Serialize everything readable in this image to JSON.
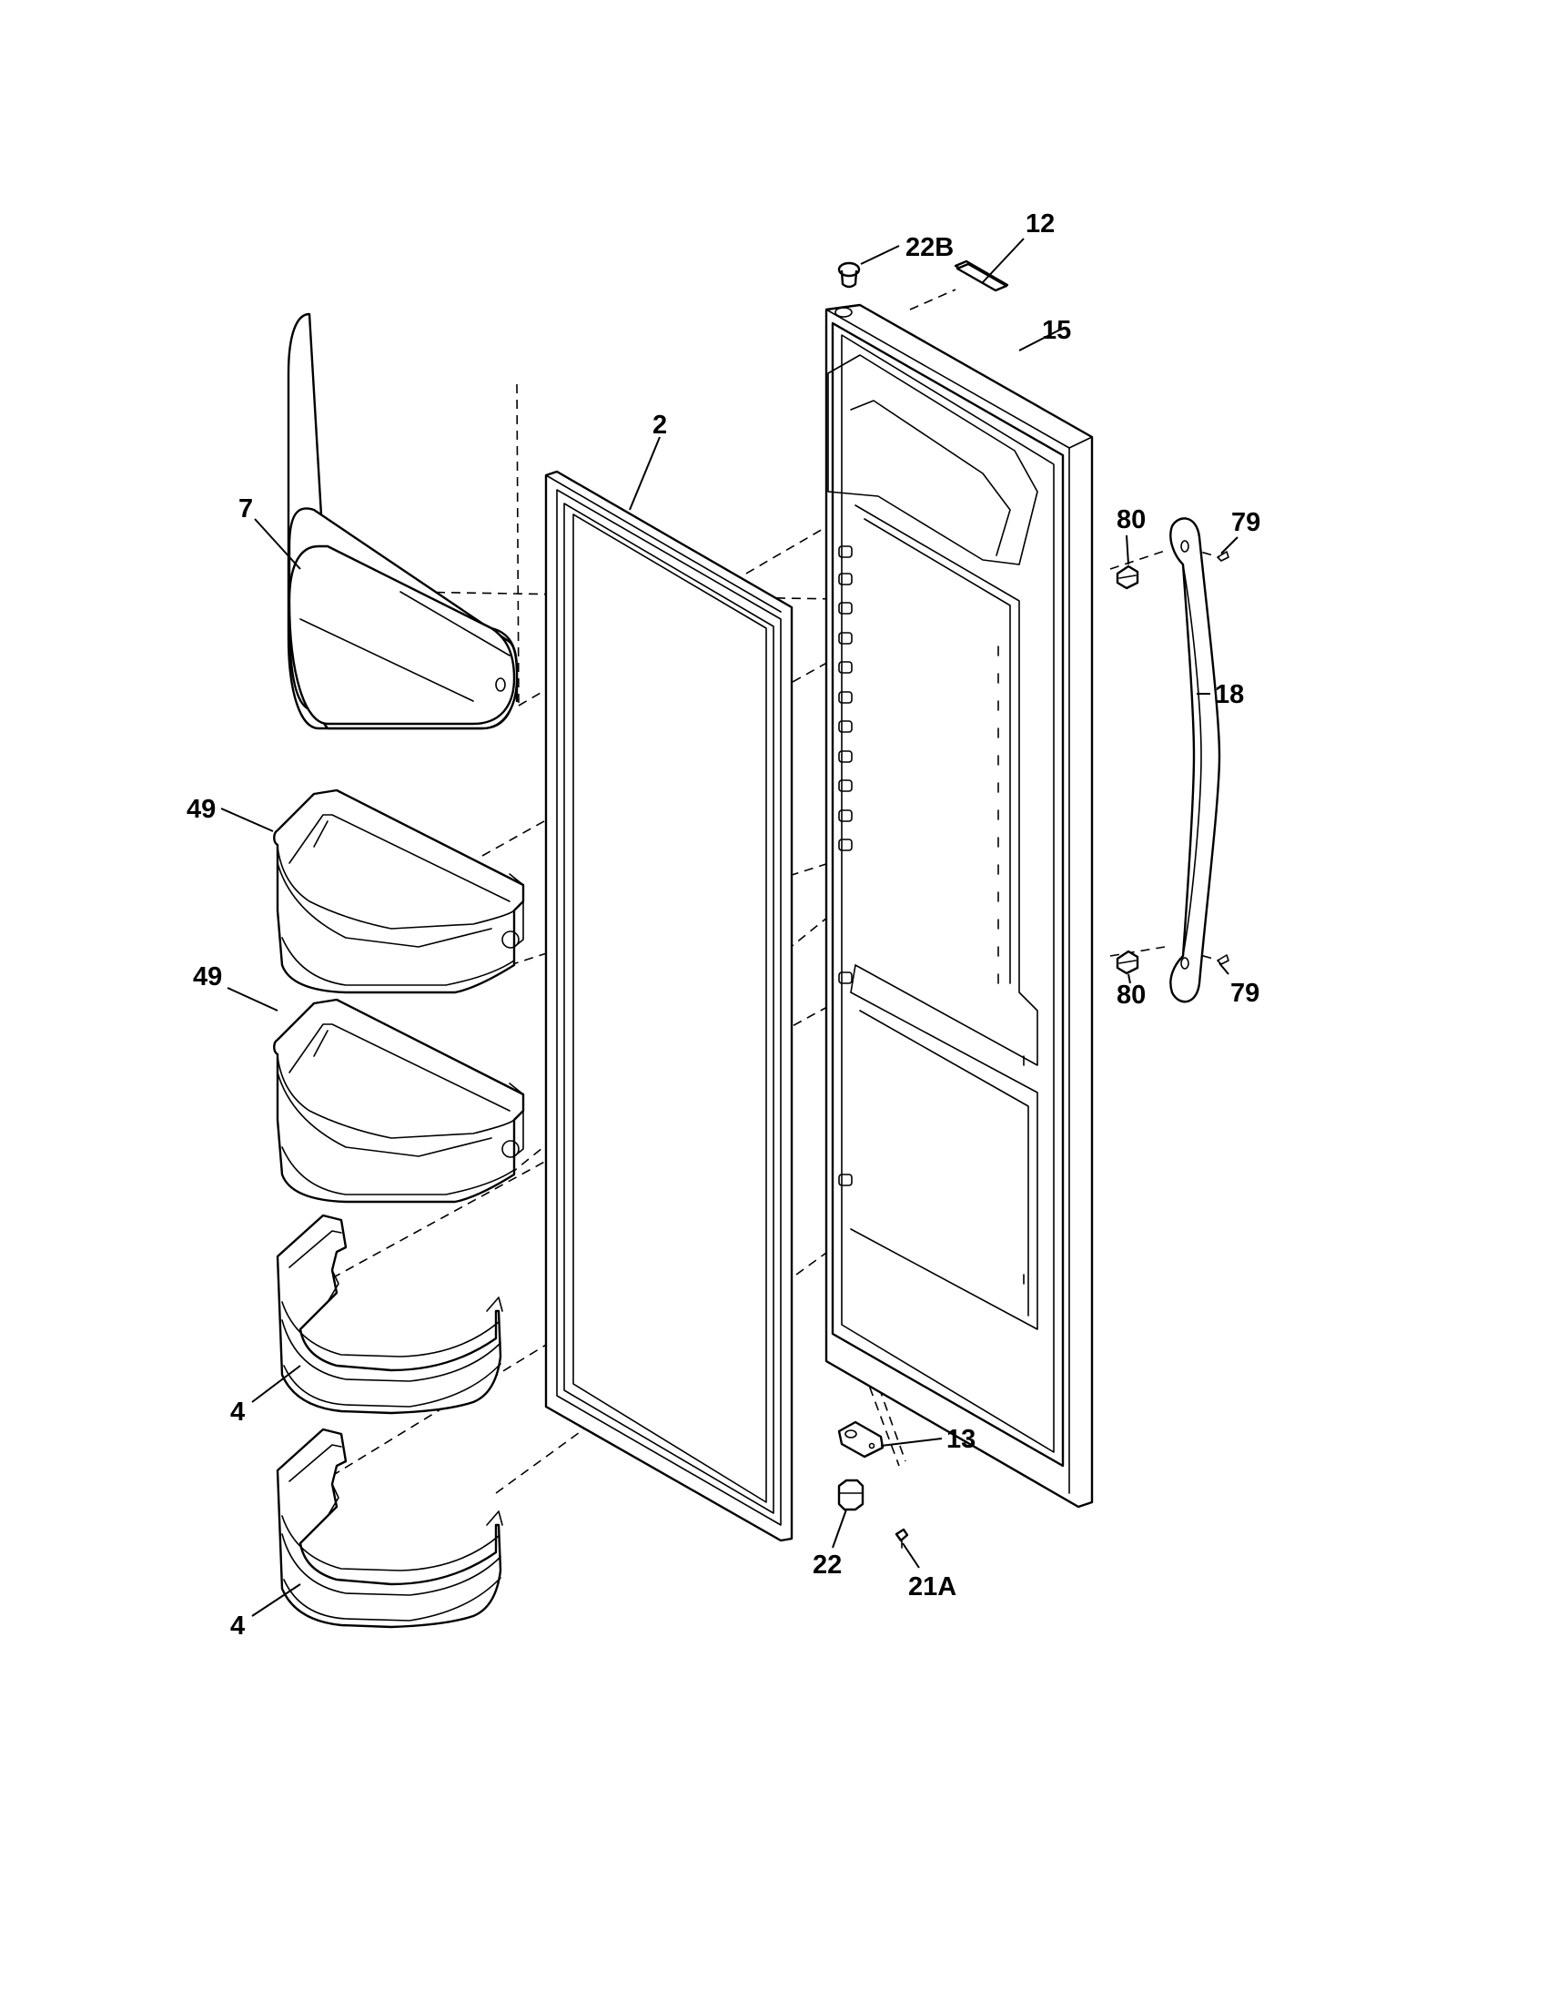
{
  "callouts": {
    "c22b": "22B",
    "c12": "12",
    "c15": "15",
    "c2": "2",
    "c7": "7",
    "c80a": "80",
    "c79a": "79",
    "c18": "18",
    "c49a": "49",
    "c49b": "49",
    "c80b": "80",
    "c79b": "79",
    "c4a": "4",
    "c13": "13",
    "c22": "22",
    "c21a": "21A",
    "c4b": "4"
  }
}
